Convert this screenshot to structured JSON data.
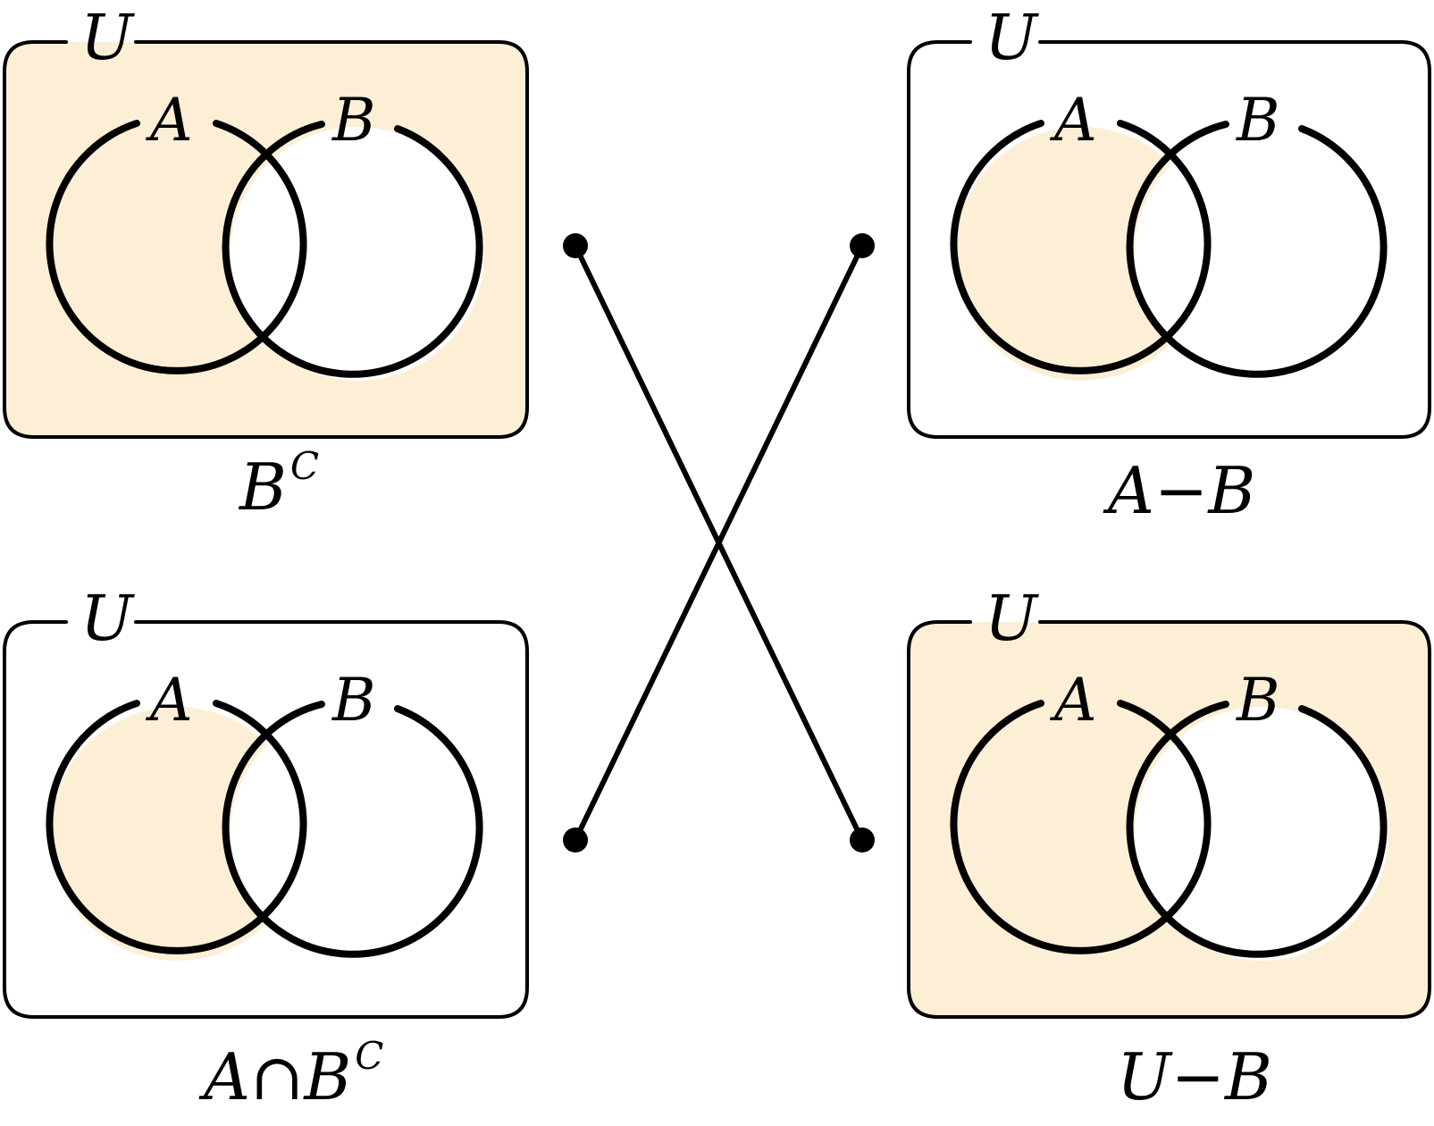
{
  "colors": {
    "shade": "#fdefd6",
    "ink": "#000000",
    "background": "#ffffff"
  },
  "panels": [
    {
      "id": "top-left",
      "universe_label": "U",
      "set_a_label": "A",
      "set_b_label": "B",
      "caption": {
        "base": "B",
        "sup": "C"
      },
      "shaded_region": "complement-of-B"
    },
    {
      "id": "top-right",
      "universe_label": "U",
      "set_a_label": "A",
      "set_b_label": "B",
      "caption": {
        "left": "A",
        "op": "−",
        "right": "B"
      },
      "shaded_region": "A-minus-B"
    },
    {
      "id": "bottom-left",
      "universe_label": "U",
      "set_a_label": "A",
      "set_b_label": "B",
      "caption": {
        "left": "A",
        "op": "∩",
        "right": "B",
        "sup": "C"
      },
      "shaded_region": "A-minus-B"
    },
    {
      "id": "bottom-right",
      "universe_label": "U",
      "set_a_label": "A",
      "set_b_label": "B",
      "caption": {
        "left": "U",
        "op": "−",
        "right": "B"
      },
      "shaded_region": "complement-of-B"
    }
  ],
  "connections": [
    {
      "from": "top-left",
      "to": "bottom-right"
    },
    {
      "from": "top-right",
      "to": "bottom-left"
    }
  ]
}
